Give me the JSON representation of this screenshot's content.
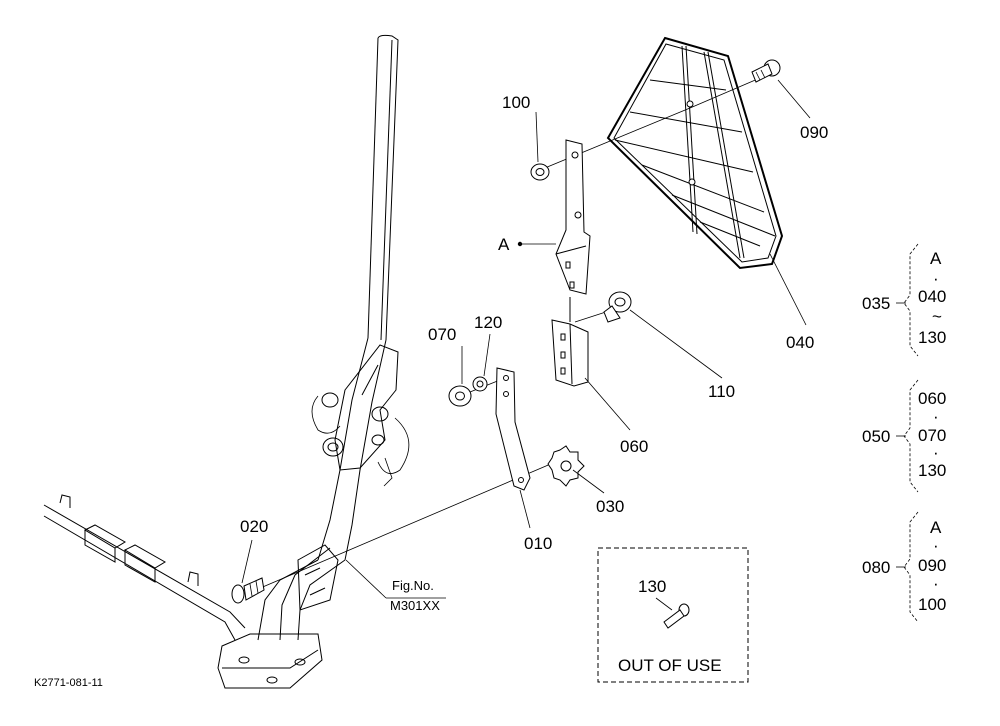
{
  "parts": [
    {
      "id": "p010",
      "label": "010"
    },
    {
      "id": "p020",
      "label": "020"
    },
    {
      "id": "p030",
      "label": "030"
    },
    {
      "id": "p040",
      "label": "040"
    },
    {
      "id": "p060",
      "label": "060"
    },
    {
      "id": "p070",
      "label": "070"
    },
    {
      "id": "p090",
      "label": "090"
    },
    {
      "id": "p100",
      "label": "100"
    },
    {
      "id": "p110",
      "label": "110"
    },
    {
      "id": "p120",
      "label": "120"
    }
  ],
  "ref_a": "A",
  "fig_ref": {
    "line1": "Fig.No.",
    "line2": "M301XX"
  },
  "out_of_use": {
    "part": "130",
    "text": "OUT OF USE"
  },
  "groups": [
    {
      "id": "g035",
      "label": "035",
      "items": [
        "A",
        "·",
        "040",
        "~",
        "130"
      ]
    },
    {
      "id": "g050",
      "label": "050",
      "items": [
        "060",
        "·",
        "070",
        "·",
        "130"
      ]
    },
    {
      "id": "g080",
      "label": "080",
      "items": [
        "A",
        "·",
        "090",
        "·",
        "100"
      ]
    }
  ],
  "drawing_code": "K2771-081-11"
}
